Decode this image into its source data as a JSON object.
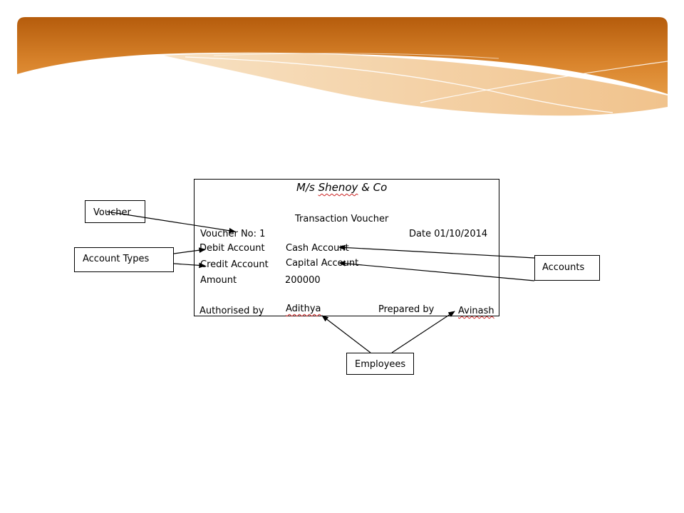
{
  "voucher": {
    "company_prefix": "M/s ",
    "company_name": "Shenoy",
    "company_suffix": " & Co",
    "title": "Transaction Voucher",
    "voucher_no": "Voucher No: 1",
    "date": "Date 01/10/2014",
    "debit_label": "Debit Account",
    "debit_value": "Cash Account",
    "credit_label": "Credit Account",
    "credit_value": "Capital Account",
    "amount_label": "Amount",
    "amount_value": "200000",
    "authorised_label": "Authorised by",
    "authorised_value": "Adithya",
    "prepared_label": "Prepared by",
    "prepared_value": "Avinash"
  },
  "callouts": {
    "voucher": "Voucher",
    "account_types": "Account Types",
    "accounts": "Accounts",
    "employees": "Employees"
  },
  "colors": {
    "banner_dark": "#b8600e",
    "banner_mid": "#e39a42",
    "banner_light": "#f2c896",
    "spellcheck": "#cc2222"
  }
}
